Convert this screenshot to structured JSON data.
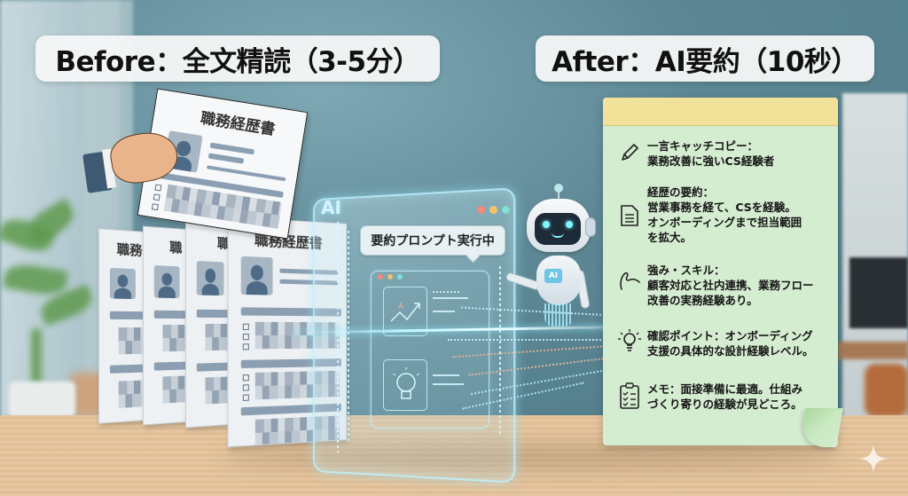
{
  "headers": {
    "before": "Before：全文精読（3-5分）",
    "after": "After：AI要約（10秒）"
  },
  "resume": {
    "title": "職務経歴書",
    "title_partial_1": "職務",
    "title_partial_2": "職",
    "title_partial_3": "職"
  },
  "ai_panel": {
    "label": "AI",
    "prompt_bubble": "要約プロンプト実行中",
    "window_dot_colors": [
      "#f08a7a",
      "#f2c46a",
      "#7fe0d6"
    ]
  },
  "robot": {
    "badge": "AI"
  },
  "summary_note": {
    "header_color": "#f2e199",
    "body_color": "#d4ecd0",
    "items": [
      {
        "icon": "pencil-icon",
        "heading": "一言キャッチコピー：",
        "lines": [
          "業務改善に強いCS経験者"
        ]
      },
      {
        "icon": "document-icon",
        "heading": "経歴の要約：",
        "lines": [
          "営業事務を経て、CSを経験。",
          "オンボーディングまで担当範囲",
          "を拡大。"
        ]
      },
      {
        "icon": "flexed-arm-icon",
        "heading": "強み・スキル：",
        "lines": [
          "顧客対応と社内連携、業務フロー",
          "改善の実務経験あり。"
        ]
      },
      {
        "icon": "lightbulb-icon",
        "heading": "",
        "lines": [
          "確認ポイント：オンボーディング",
          "支援の具体的な設計経験レベル。"
        ]
      },
      {
        "icon": "clipboard-checklist-icon",
        "heading": "",
        "lines": [
          "メモ：面接準備に最適。仕組み",
          "づくり寄りの経験が見どころ。"
        ]
      }
    ]
  }
}
